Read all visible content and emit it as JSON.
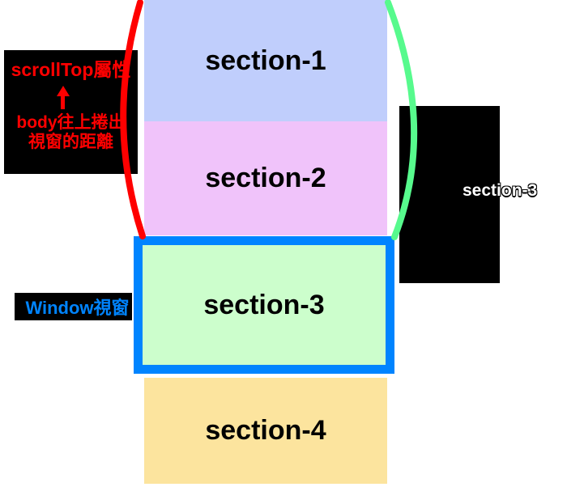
{
  "diagram_title": "scrollTop concept diagram",
  "sections": [
    {
      "id": "section-1",
      "label": "section-1",
      "bg": "#c0cefc"
    },
    {
      "id": "section-2",
      "label": "section-2",
      "bg": "#f0c3fa"
    },
    {
      "id": "section-3",
      "label": "section-3",
      "bg": "#ccfecc"
    },
    {
      "id": "section-4",
      "label": "section-4",
      "bg": "#fce49e"
    }
  ],
  "annotations": {
    "scrolltop": {
      "line1": "scrollTop屬性",
      "arrow_icon": "up-arrow",
      "line2": "body往上捲出",
      "line3": "視窗的距離",
      "text_color": "#ff0000",
      "bg_color": "#000000"
    },
    "window_label": "Window視窗",
    "window_label_color": "#0084ff",
    "right_label": "section-3",
    "right_label_color": "#ffffff"
  },
  "colors": {
    "window_border": "#0084ff",
    "red_bracket": "#ff0000",
    "green_bracket": "#57fa8d",
    "annotation_bg": "#000000",
    "section_label_color": "#000000",
    "page_bg": "#ffffff"
  }
}
